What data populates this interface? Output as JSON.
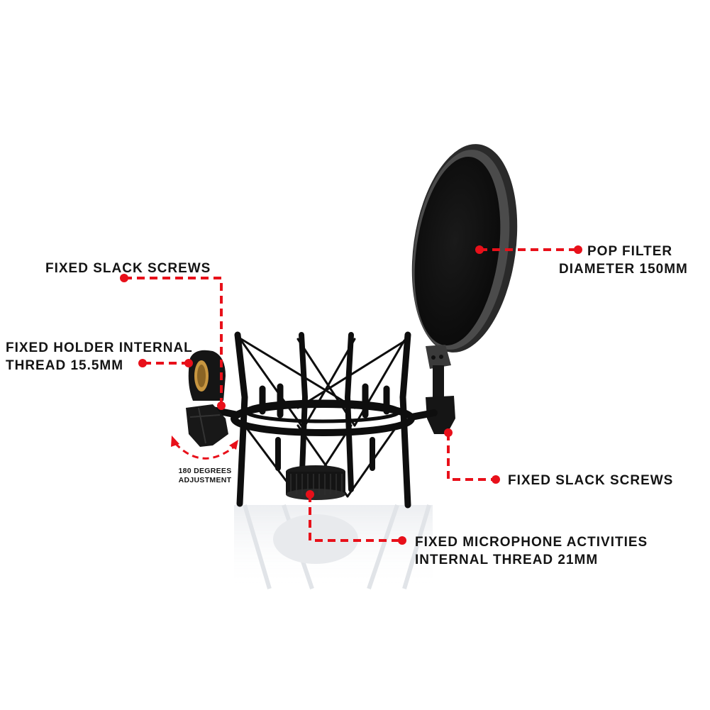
{
  "image": {
    "subject": "Microphone shock mount with pop filter",
    "background": "#ffffff",
    "accent_color": "#e8101a",
    "text_color": "#141414"
  },
  "callouts": [
    {
      "id": "fixed-slack-screws-left",
      "lines": [
        "FIXED SLACK SCREWS"
      ]
    },
    {
      "id": "fixed-holder-internal-thread",
      "lines": [
        "FIXED HOLDER INTERNAL",
        "THREAD 15.5MM"
      ]
    },
    {
      "id": "rotation",
      "lines": [
        "180 DEGREES",
        "ADJUSTMENT"
      ]
    },
    {
      "id": "pop-filter-diameter",
      "lines": [
        "POP FILTER",
        "DIAMETER 150MM"
      ]
    },
    {
      "id": "fixed-slack-screws-right",
      "lines": [
        "FIXED SLACK SCREWS"
      ]
    },
    {
      "id": "fixed-microphone-activities-thread",
      "lines": [
        "FIXED MICROPHONE ACTIVITIES",
        "INTERNAL THREAD 21MM"
      ]
    }
  ]
}
